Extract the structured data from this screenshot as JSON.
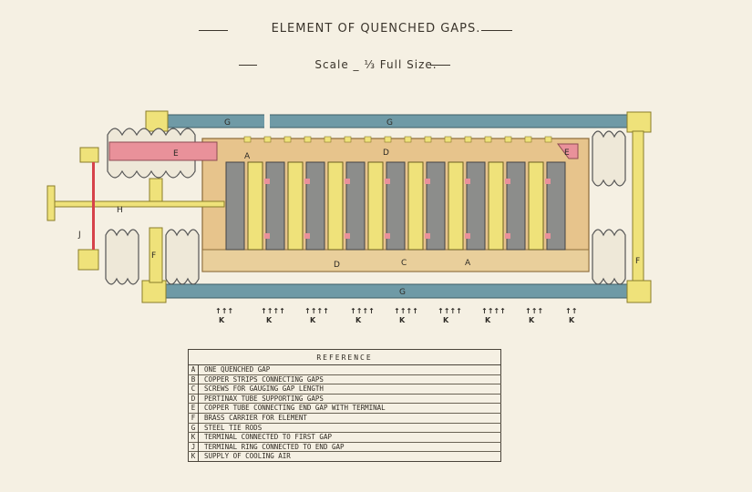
{
  "title": "ELEMENT OF QUENCHED GAPS.",
  "scale": "Scale _ ⅓ Full Size.",
  "labels": {
    "A": "A",
    "C": "C",
    "D": "D",
    "E": "E",
    "F": "F",
    "G": "G",
    "H": "H",
    "J": "J",
    "K": "K"
  },
  "reference": {
    "heading": "Reference",
    "rows": [
      {
        "key": "A",
        "text": "ONE QUENCHED GAP"
      },
      {
        "key": "B",
        "text": "COPPER STRIPS CONNECTING GAPS"
      },
      {
        "key": "C",
        "text": "SCREWS FOR GAUGING GAP LENGTH"
      },
      {
        "key": "D",
        "text": "PERTINAX TUBE SUPPORTING GAPS"
      },
      {
        "key": "E",
        "text": "COPPER TUBE CONNECTING END GAP WITH TERMINAL"
      },
      {
        "key": "F",
        "text": "BRASS CARRIER FOR ELEMENT"
      },
      {
        "key": "G",
        "text": "STEEL TIE RODS"
      },
      {
        "key": "K",
        "text": "TERMINAL CONNECTED TO FIRST GAP"
      },
      {
        "key": "J",
        "text": "TERMINAL RING CONNECTED TO END GAP"
      },
      {
        "key": "K",
        "text": "SUPPLY OF COOLING AIR"
      }
    ]
  },
  "colors": {
    "paper": "#f5f0e3",
    "steel": "#6f9aa6",
    "brass": "#efe27a",
    "pertinax": "#e7c48c",
    "copper": "#e9919a",
    "ink": "#2d2a25"
  }
}
